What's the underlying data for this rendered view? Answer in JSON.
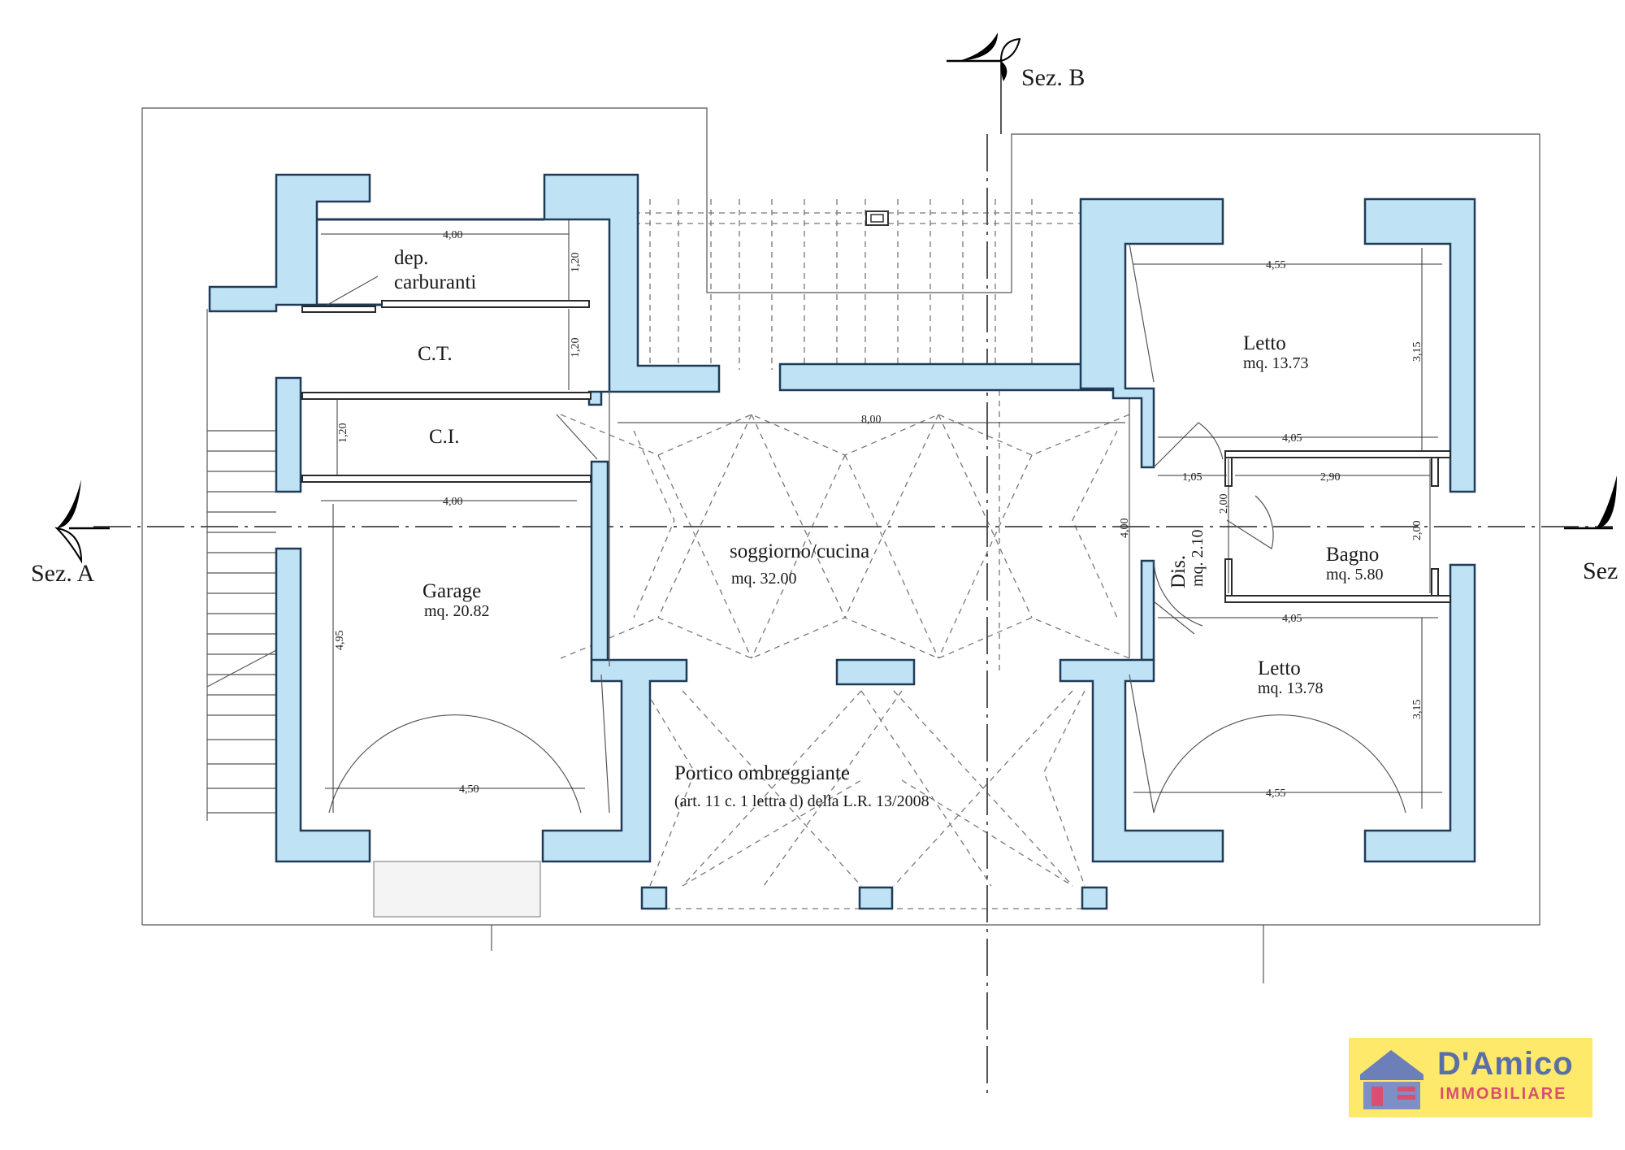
{
  "sections": {
    "a_label": "Sez. A",
    "a_label_right": "Sez",
    "b_label": "Sez. B"
  },
  "rooms": {
    "dep_name_1": "dep.",
    "dep_name_2": "carburanti",
    "ct_name": "C.T.",
    "ci_name": "C.I.",
    "garage_name": "Garage",
    "garage_area": "mq. 20.82",
    "living_name": "soggiorno/cucina",
    "living_area": "mq. 32.00",
    "portico_name": "Portico ombreggiante",
    "portico_note": "(art. 11 c. 1 lettra d) della L.R. 13/2008",
    "bed1_name": "Letto",
    "bed1_area": "mq. 13.73",
    "bed2_name": "Letto",
    "bed2_area": "mq. 13.78",
    "bath_name": "Bagno",
    "bath_area": "mq. 5.80",
    "dis_name": "Dis.",
    "dis_area": "mq. 2.10"
  },
  "dimensions": {
    "dep_width": "4,00",
    "dep_depth": "1,20",
    "ct_depth": "1,20",
    "ci_depth": "1,20",
    "garage_width_top": "4,00",
    "garage_depth": "4,95",
    "garage_width_bottom": "4,50",
    "living_width": "8,00",
    "living_depth": "4,00",
    "bed1_width": "4,55",
    "bed1_depth": "3,15",
    "bed1_inner_width": "4,05",
    "dis_width": "1,05",
    "bath_depth_left": "2,00",
    "bath_width": "2,90",
    "bath_depth_right": "2,00",
    "bed2_inner_width": "4,05",
    "bed2_depth": "3,15",
    "bed2_width": "4,55"
  },
  "logo": {
    "name": "D'Amico",
    "subtitle": "IMMOBILIARE"
  },
  "colors": {
    "wall_fill": "#bfe3f4",
    "wall_stroke": "#1f3b58",
    "logo_bg": "#ffe96a",
    "logo_text": "#5a6fa8",
    "logo_accent": "#d94f6f"
  }
}
